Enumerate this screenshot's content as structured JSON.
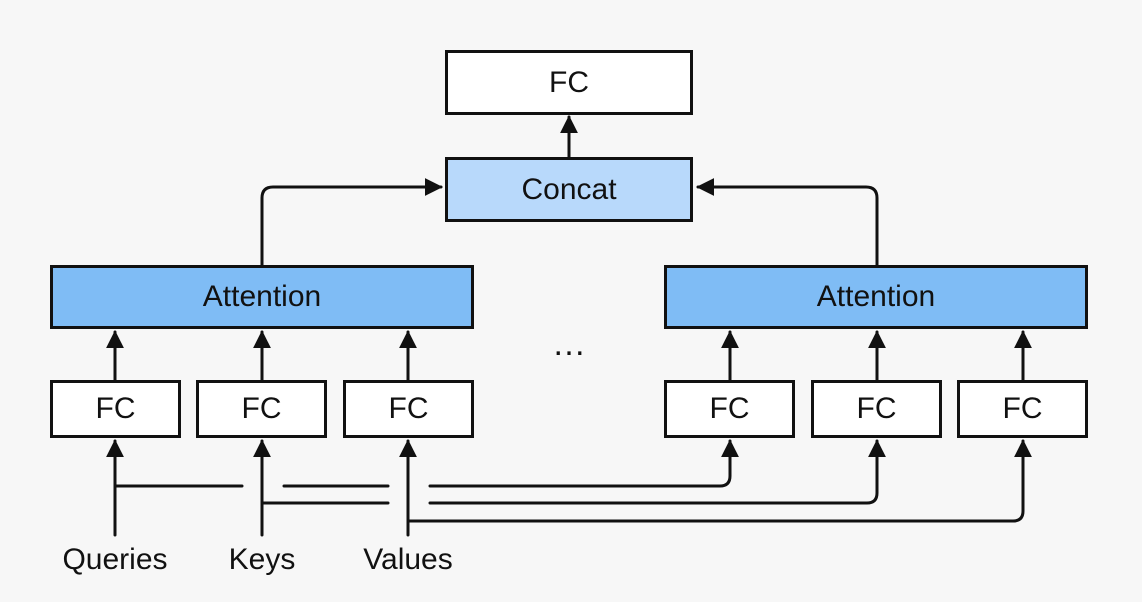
{
  "diagram": {
    "top_fc_label": "FC",
    "concat_label": "Concat",
    "attention_left_label": "Attention",
    "attention_right_label": "Attention",
    "ellipsis": "…",
    "fc_left": [
      "FC",
      "FC",
      "FC"
    ],
    "fc_right": [
      "FC",
      "FC",
      "FC"
    ],
    "inputs": [
      "Queries",
      "Keys",
      "Values"
    ]
  }
}
